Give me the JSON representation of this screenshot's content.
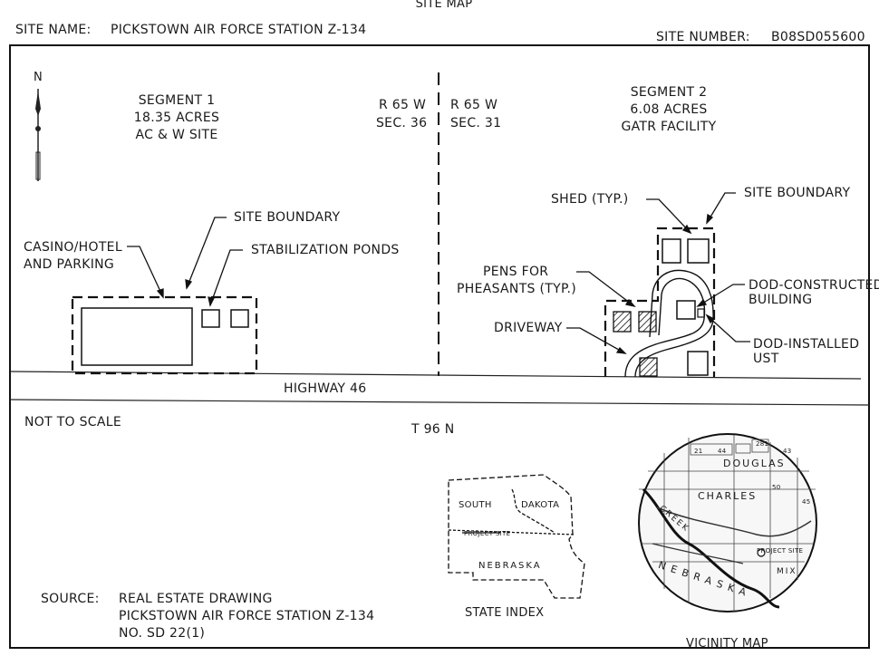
{
  "header": {
    "title": "SITE MAP",
    "site_name_label": "SITE NAME:",
    "site_name_value": "PICKSTOWN AIR FORCE STATION Z-134",
    "site_number_label": "SITE NUMBER:",
    "site_number_value": "B08SD055600"
  },
  "north_arrow": {
    "label": "N"
  },
  "segment1": {
    "title": "SEGMENT 1",
    "acres": "18.35 ACRES",
    "desc": "AC & W SITE"
  },
  "segment2": {
    "title": "SEGMENT 2",
    "acres": "6.08 ACRES",
    "desc": "GATR FACILITY"
  },
  "survey": {
    "left_range": "R 65 W",
    "left_section": "SEC. 36",
    "right_range": "R 65 W",
    "right_section": "SEC. 31",
    "township": "T 96 N"
  },
  "labels": {
    "site_boundary_1": "SITE BOUNDARY",
    "casino_line1": "CASINO/HOTEL",
    "casino_line2": "AND PARKING",
    "stabilization_ponds": "STABILIZATION PONDS",
    "highway": "HIGHWAY 46",
    "shed": "SHED (TYP.)",
    "site_boundary_2": "SITE BOUNDARY",
    "pens_line1": "PENS FOR",
    "pens_line2": "PHEASANTS (TYP.)",
    "driveway": "DRIVEWAY",
    "dod_building_line1": "DOD-CONSTRUCTED",
    "dod_building_line2": "BUILDING",
    "dod_ust_line1": "DOD-INSTALLED",
    "dod_ust_line2": "UST",
    "scale_note": "NOT TO SCALE"
  },
  "source": {
    "label": "SOURCE:",
    "line1": "REAL ESTATE DRAWING",
    "line2": "PICKSTOWN AIR FORCE STATION Z-134",
    "line3": "NO. SD 22(1)"
  },
  "state_index": {
    "caption": "STATE INDEX",
    "south": "SOUTH",
    "dakota": "DAKOTA",
    "project_site": "PROJECT SITE",
    "nebraska": "NEBRASKA"
  },
  "vicinity_map": {
    "caption": "VICINITY MAP",
    "douglas": "DOUGLAS",
    "charles": "CHARLES",
    "creek": "CREEK",
    "project_site": "PROJECT SITE",
    "nebraska": "NEBRASKA",
    "mix": "MIX",
    "road_numbers": [
      "21",
      "44",
      "281",
      "43",
      "50",
      "45"
    ]
  }
}
